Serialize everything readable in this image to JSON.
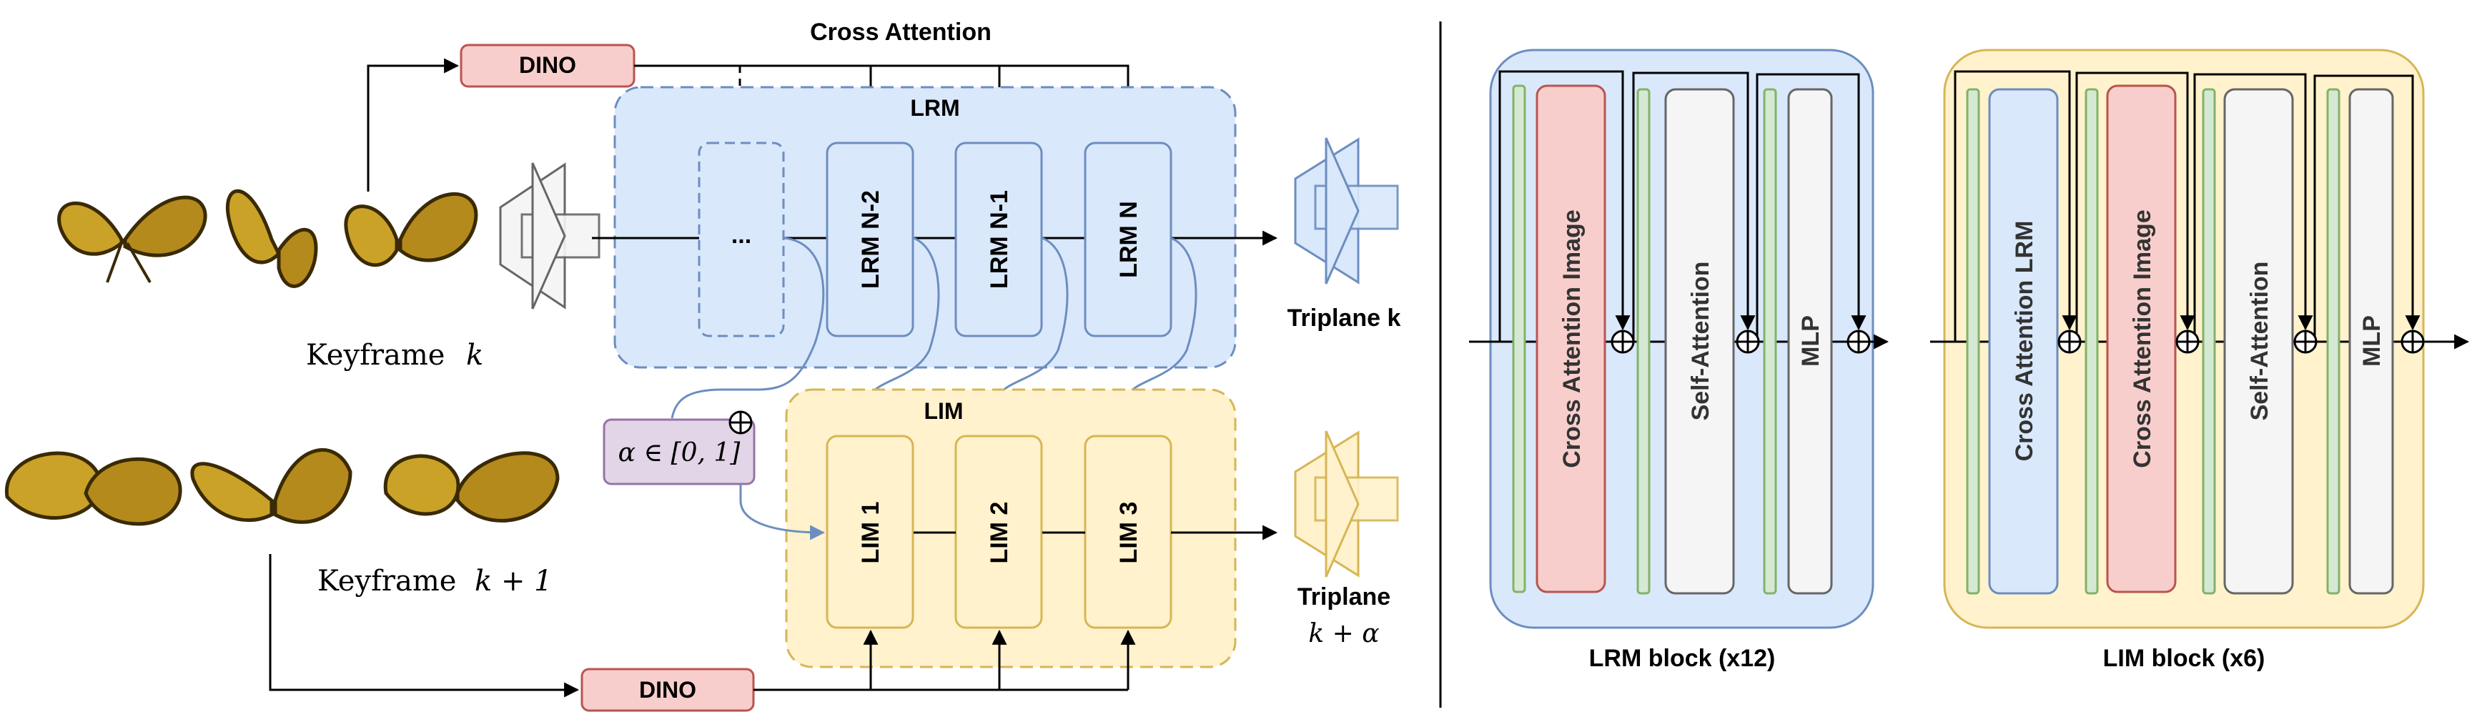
{
  "left": {
    "cross_attention_label": "Cross Attention",
    "dino_top": "DINO",
    "dino_bottom": "DINO",
    "lrm_group_label": "LRM",
    "lim_group_label": "LIM",
    "ellipsis": "...",
    "lrm_blocks": [
      "LRM N-2",
      "LRM N-1",
      "LRM N"
    ],
    "lim_blocks": [
      "LIM 1",
      "LIM 2",
      "LIM 3"
    ],
    "alpha_label": "α ∈ [0, 1]",
    "keyframe_k_label": "Keyframe",
    "keyframe_k_var": "k",
    "keyframe_k1_label": "Keyframe",
    "keyframe_k1_var": "k + 1",
    "triplane_k_label": "Triplane k",
    "triplane_alpha_label": "Triplane",
    "triplane_alpha_var": "k + α"
  },
  "right": {
    "lrm_block": {
      "caption": "LRM block (x12)",
      "layers": [
        "Cross Attention Image",
        "Self-Attention",
        "MLP"
      ]
    },
    "lim_block": {
      "caption": "LIM block (x6)",
      "layers": [
        "Cross Attention LRM",
        "Cross Attention Image",
        "Self-Attention",
        "MLP"
      ]
    }
  },
  "colors": {
    "lrm_bg": "#dae8fc",
    "lrm_border": "#6c8ebf",
    "lim_bg": "#fff2cc",
    "lim_border": "#d6b656",
    "dino_bg": "#f8cecc",
    "dino_border": "#b85450",
    "alpha_bg": "#e1d5e7",
    "alpha_border": "#9673a6",
    "norm_bg": "#d5e8d4",
    "norm_border": "#82b366",
    "gray_bg": "#f5f5f5",
    "gray_border": "#666666"
  }
}
